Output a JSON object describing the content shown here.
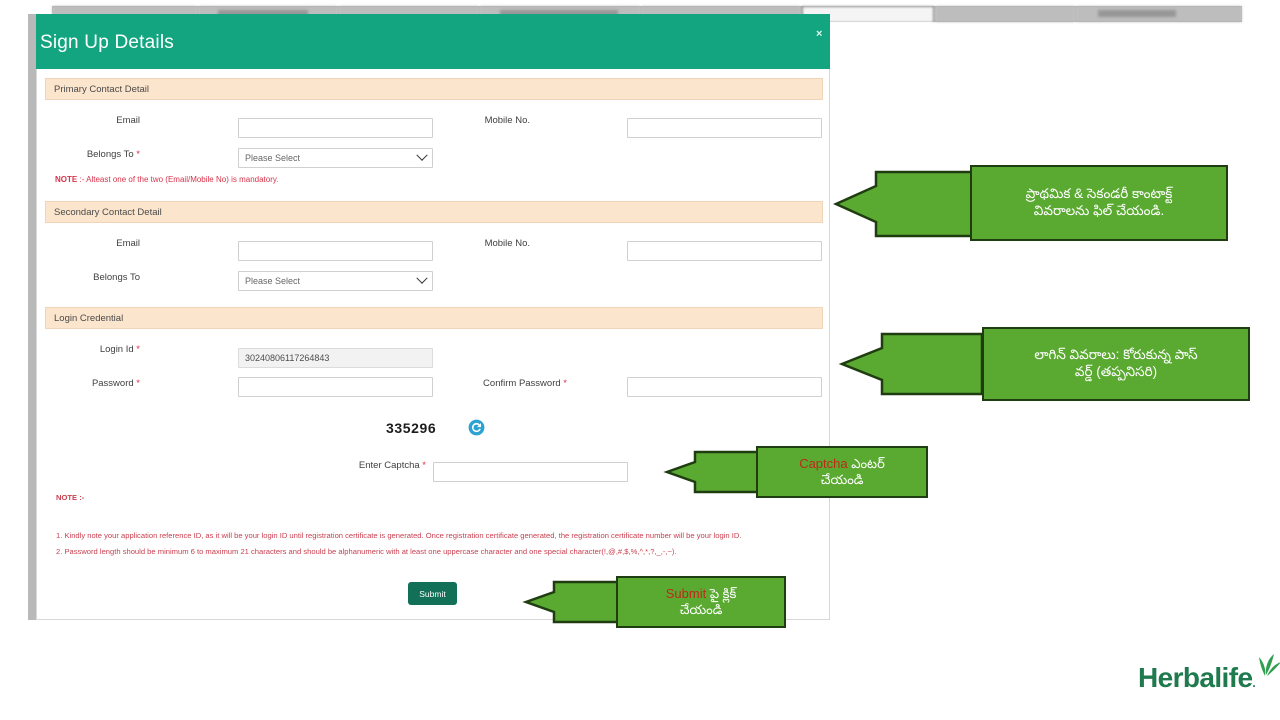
{
  "browser": {
    "tabstrip_present": true
  },
  "modal": {
    "title": "Sign Up Details",
    "close_label": "×"
  },
  "sections": {
    "primary": {
      "heading": "Primary Contact Detail",
      "email_label": "Email",
      "email_value": "",
      "mobile_label": "Mobile No.",
      "mobile_value": "",
      "belongs_label": "Belongs To",
      "belongs_required": "*",
      "belongs_value": "Please Select",
      "note_prefix": "NOTE",
      "note_text": ":- Alteast one of the two (Email/Mobile No) is mandatory."
    },
    "secondary": {
      "heading": "Secondary Contact Detail",
      "email_label": "Email",
      "email_value": "",
      "mobile_label": "Mobile No.",
      "mobile_value": "",
      "belongs_label": "Belongs To",
      "belongs_value": "Please Select"
    },
    "login": {
      "heading": "Login Credential",
      "login_id_label": "Login Id",
      "login_id_required": "*",
      "login_id_value": "30240806117264843",
      "password_label": "Password",
      "password_required": "*",
      "password_value": "",
      "confirm_password_label": "Confirm Password",
      "confirm_password_required": "*",
      "confirm_password_value": "",
      "captcha_code": "335296",
      "refresh_icon": "refresh-icon",
      "enter_captcha_label": "Enter Captcha",
      "enter_captcha_required": "*",
      "enter_captcha_value": ""
    }
  },
  "notes": {
    "heading": "NOTE :-",
    "items": [
      "1. Kindly note your application reference ID, as it will be your login ID until registration certificate is generated. Once registration certificate generated, the registration certificate number will be your login ID.",
      "2. Password length should be minimum 6 to maximum 21 characters and should be alphanumeric with at least one uppercase character and one special character(!,@,#,$,%,^,*,?,_,-,~)."
    ]
  },
  "submit": {
    "label": "Submit"
  },
  "callouts": [
    {
      "id": "contact-details",
      "line1": "ప్రాథమిక & సెకండరీ కాంటాక్ట్",
      "line2": "వివరాలను ఫిల్ చేయండి."
    },
    {
      "id": "login-details",
      "line1": "లాగిన్ వివరాలు: కోరుకున్న పాస్",
      "line2": "వర్డ్ (తప్పనిసరి)"
    },
    {
      "id": "captcha",
      "highlight": "Captcha",
      "line1_rest": " ఎంటర్",
      "line2": "చేయండి"
    },
    {
      "id": "submit",
      "highlight": "Submit",
      "line1_rest": " పై క్లిక్",
      "line2": "చేయండి"
    }
  ],
  "brand": {
    "name": "Herbalife",
    "registered_mark": "."
  },
  "colors": {
    "header_teal": "#13a57f",
    "section_peach": "#fce5cd",
    "callout_green": "#5aaa32",
    "callout_border": "#1f3d10",
    "highlight_red": "#c0281a",
    "required_red": "#d8334a",
    "submit_green": "#137058",
    "brand_green": "#1f7a4d",
    "refresh_blue": "#2aa3d4"
  }
}
